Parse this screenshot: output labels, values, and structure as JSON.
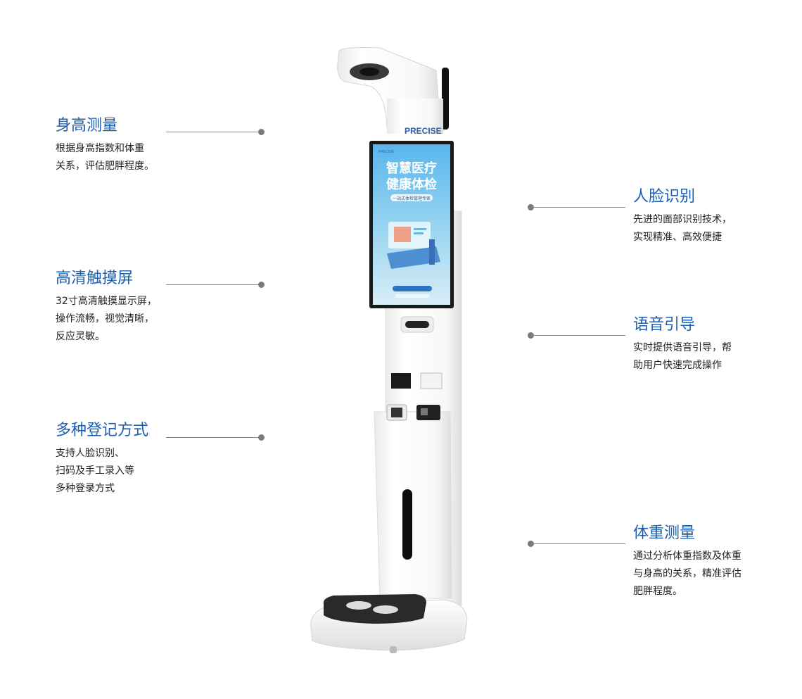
{
  "features_left": [
    {
      "title": "身高测量",
      "desc": [
        "根据身高指数和体重",
        "关系，评估肥胖程度。"
      ]
    },
    {
      "title": "高清触摸屏",
      "desc": [
        "32寸高清触摸显示屏，",
        "操作流畅，视觉清晰，",
        "反应灵敏。"
      ]
    },
    {
      "title": "多种登记方式",
      "desc": [
        "支持人脸识别、",
        "扫码及手工录入等",
        "多种登录方式"
      ]
    }
  ],
  "features_right": [
    {
      "title": "人脸识别",
      "desc": [
        "先进的面部识别技术，",
        "实现精准、高效便捷"
      ]
    },
    {
      "title": "语音引导",
      "desc": [
        "实时提供语音引导，帮",
        "助用户快速完成操作"
      ]
    },
    {
      "title": "体重测量",
      "desc": [
        "通过分析体重指数及体重",
        "与身高的关系，精准评估",
        "肥胖程度。"
      ]
    }
  ],
  "kiosk": {
    "brand": "PRECISE",
    "screen_brand": "PRECISE",
    "screen_title_1": "智慧医疗",
    "screen_title_2": "健康体检",
    "screen_subtitle": "一站式体检管理专家"
  },
  "colors": {
    "accent": "#1c5fb0",
    "line": "#8a8a8a"
  }
}
